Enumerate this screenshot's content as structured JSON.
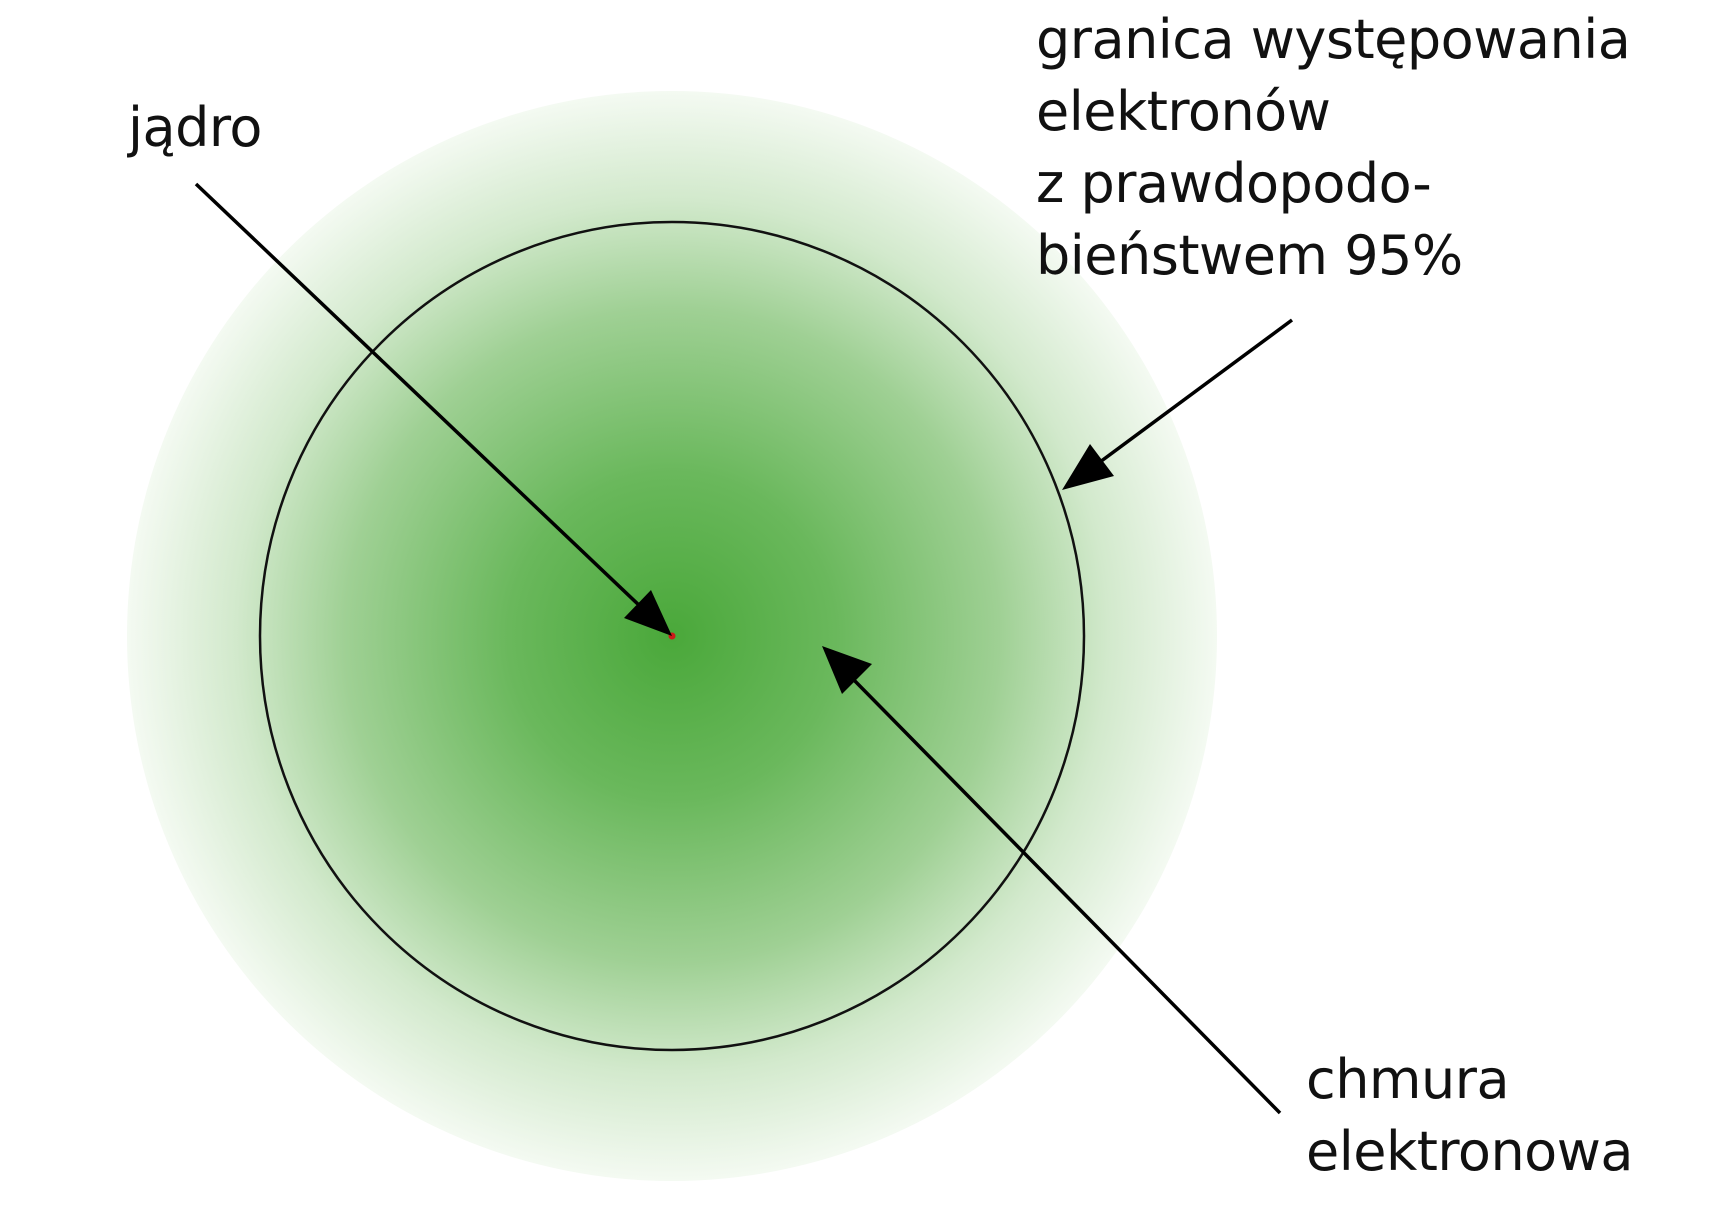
{
  "labels": {
    "nucleus": "jądro",
    "boundary": [
      "granica występowania",
      "elektronów",
      "z prawdopodo-",
      "bieństwem 95%"
    ],
    "cloud": [
      "chmura",
      "elektronowa"
    ]
  },
  "colors": {
    "cloud_center": "#4aa83a",
    "cloud_edge": "#ffffff",
    "boundary_line": "#111111",
    "arrow": "#000000",
    "nucleus_dot": "#cc1a1a"
  }
}
